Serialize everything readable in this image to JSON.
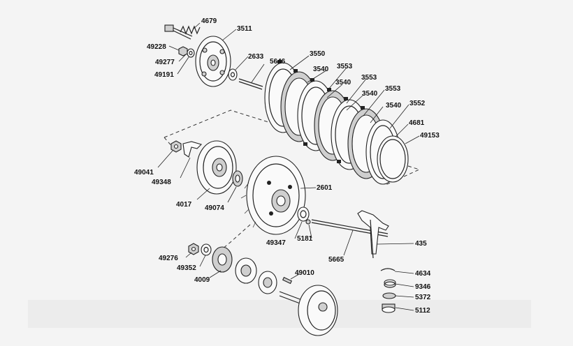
{
  "parts": [
    {
      "id": "p4679",
      "label": "4679"
    },
    {
      "id": "p3511",
      "label": "3511"
    },
    {
      "id": "p49228",
      "label": "49228"
    },
    {
      "id": "p49277",
      "label": "49277"
    },
    {
      "id": "p49191",
      "label": "49191"
    },
    {
      "id": "p2633",
      "label": "2633"
    },
    {
      "id": "p5646",
      "label": "5646"
    },
    {
      "id": "p3550",
      "label": "3550"
    },
    {
      "id": "p3540a",
      "label": "3540"
    },
    {
      "id": "p3553a",
      "label": "3553"
    },
    {
      "id": "p3540b",
      "label": "3540"
    },
    {
      "id": "p3553b",
      "label": "3553"
    },
    {
      "id": "p3540c",
      "label": "3540"
    },
    {
      "id": "p3553c",
      "label": "3553"
    },
    {
      "id": "p3540d",
      "label": "3540"
    },
    {
      "id": "p3552",
      "label": "3552"
    },
    {
      "id": "p4681",
      "label": "4681"
    },
    {
      "id": "p49153",
      "label": "49153"
    },
    {
      "id": "p49041",
      "label": "49041"
    },
    {
      "id": "p49348",
      "label": "49348"
    },
    {
      "id": "p4017",
      "label": "4017"
    },
    {
      "id": "p49074",
      "label": "49074"
    },
    {
      "id": "p2601",
      "label": "2601"
    },
    {
      "id": "p49347",
      "label": "49347"
    },
    {
      "id": "p5181",
      "label": "5181"
    },
    {
      "id": "p435",
      "label": "435"
    },
    {
      "id": "p5665",
      "label": "5665"
    },
    {
      "id": "p49276",
      "label": "49276"
    },
    {
      "id": "p49352",
      "label": "49352"
    },
    {
      "id": "p4009",
      "label": "4009"
    },
    {
      "id": "p49010",
      "label": "49010"
    },
    {
      "id": "p4634",
      "label": "4634"
    },
    {
      "id": "p9346",
      "label": "9346"
    },
    {
      "id": "p5372",
      "label": "5372"
    },
    {
      "id": "p5112",
      "label": "5112"
    }
  ]
}
